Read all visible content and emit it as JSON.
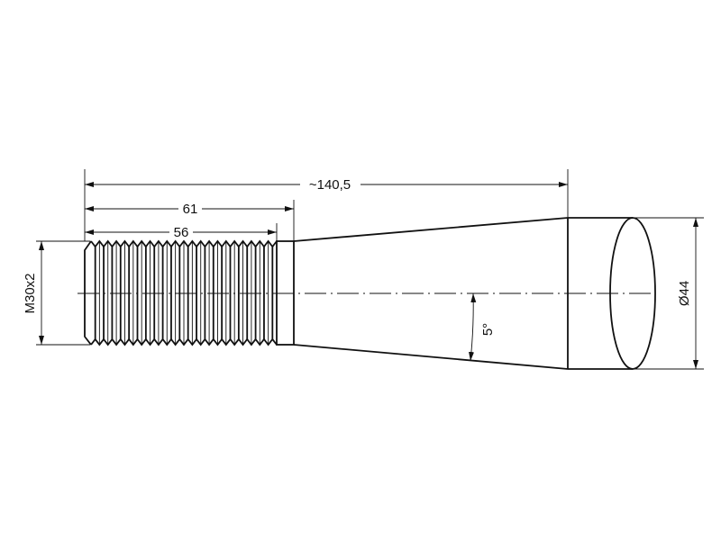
{
  "drawing": {
    "dimensions": {
      "overall_length": "~140,5",
      "length_61": "61",
      "thread_length": "56",
      "thread_spec": "M30x2",
      "diameter": "Ø44",
      "taper_angle": "5°"
    },
    "line_color": "#111111"
  }
}
